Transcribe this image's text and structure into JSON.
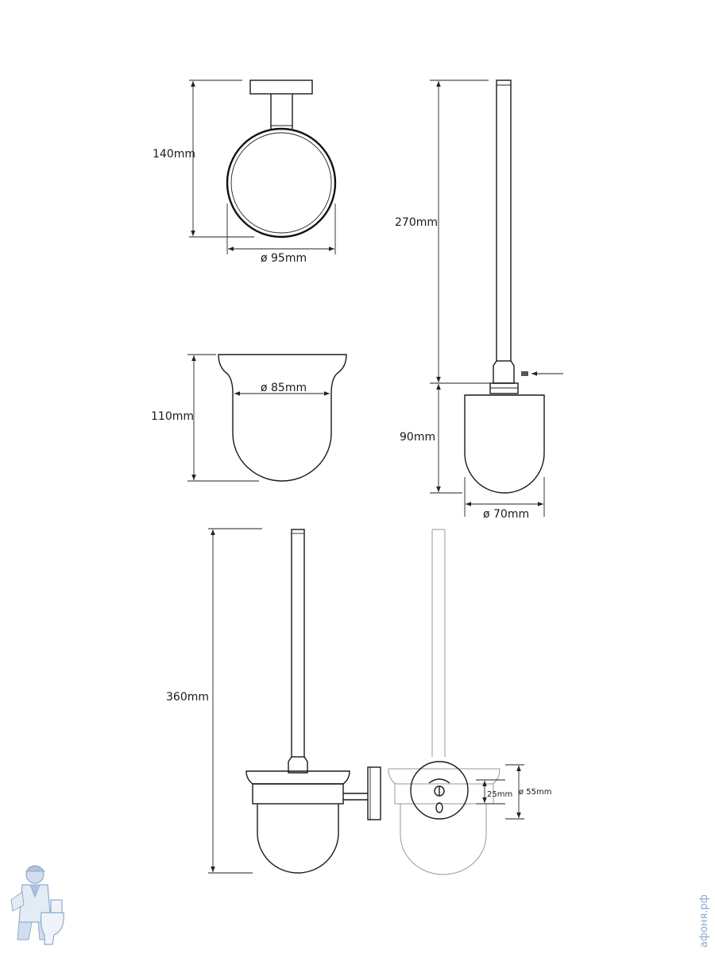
{
  "dimensions": {
    "holder_height": "140mm",
    "holder_diameter": "ø 95mm",
    "cup_height": "110mm",
    "cup_diameter": "ø 85mm",
    "brush_handle": "270mm",
    "brush_head": "90mm",
    "brush_diameter": "ø 70mm",
    "total_height": "360mm",
    "mount_25": "25mm",
    "mount_55": "ø 55mm"
  },
  "watermark": "афоня.рф",
  "colors": {
    "line": "#1a1a1a",
    "ghost": "#9a9a9a",
    "logo": "#8fa9c9"
  }
}
